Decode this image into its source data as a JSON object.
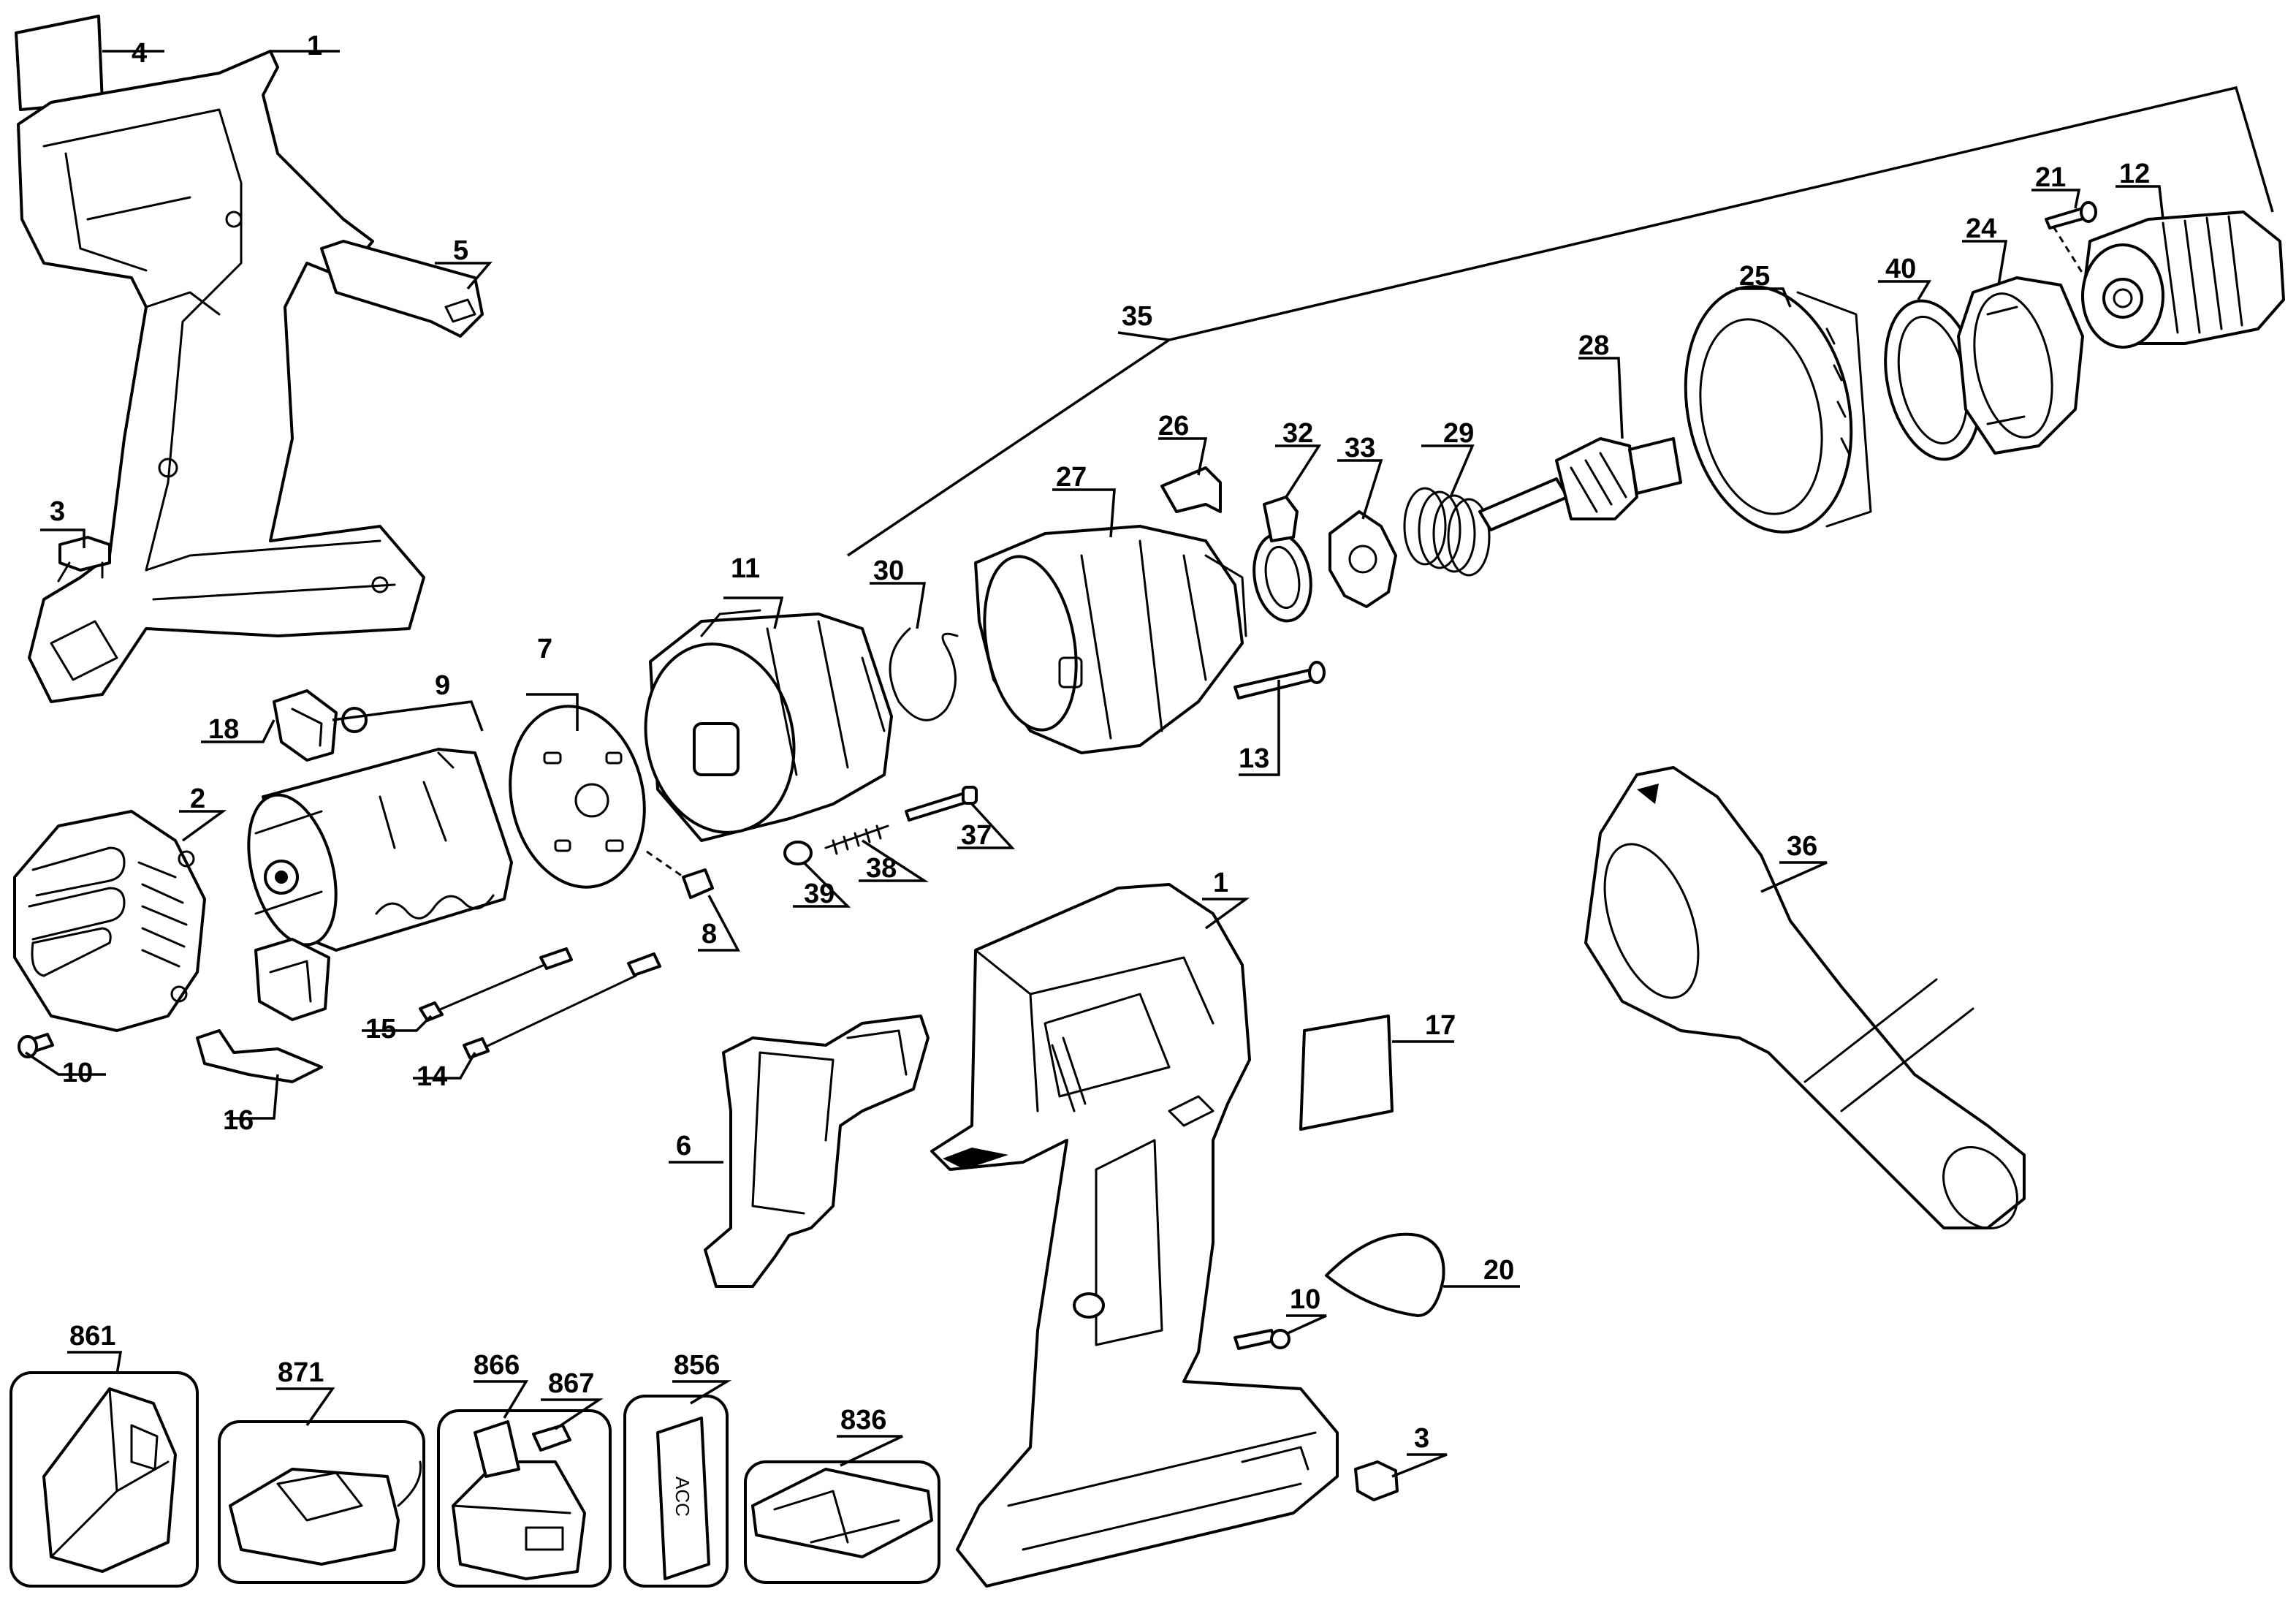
{
  "diagram": {
    "callouts": {
      "c4": "4",
      "c1_top": "1",
      "c5": "5",
      "c3_left": "3",
      "c18": "18",
      "c9": "9",
      "c7": "7",
      "c11": "11",
      "c2": "2",
      "c10_left": "10",
      "c16": "16",
      "c15": "15",
      "c14": "14",
      "c8": "8",
      "c39": "39",
      "c38": "38",
      "c37": "37",
      "c30": "30",
      "c35": "35",
      "c27": "27",
      "c26": "26",
      "c32": "32",
      "c33": "33",
      "c29": "29",
      "c13": "13",
      "c28": "28",
      "c25": "25",
      "c40": "40",
      "c24": "24",
      "c21": "21",
      "c12": "12",
      "c36": "36",
      "c1_mid": "1",
      "c17": "17",
      "c6": "6",
      "c20": "20",
      "c10_mid": "10",
      "c3_bottom": "3",
      "c861": "861",
      "c871": "871",
      "c866": "866",
      "c867": "867",
      "c856": "856",
      "c836": "836"
    },
    "label_card_text": "ACC"
  }
}
